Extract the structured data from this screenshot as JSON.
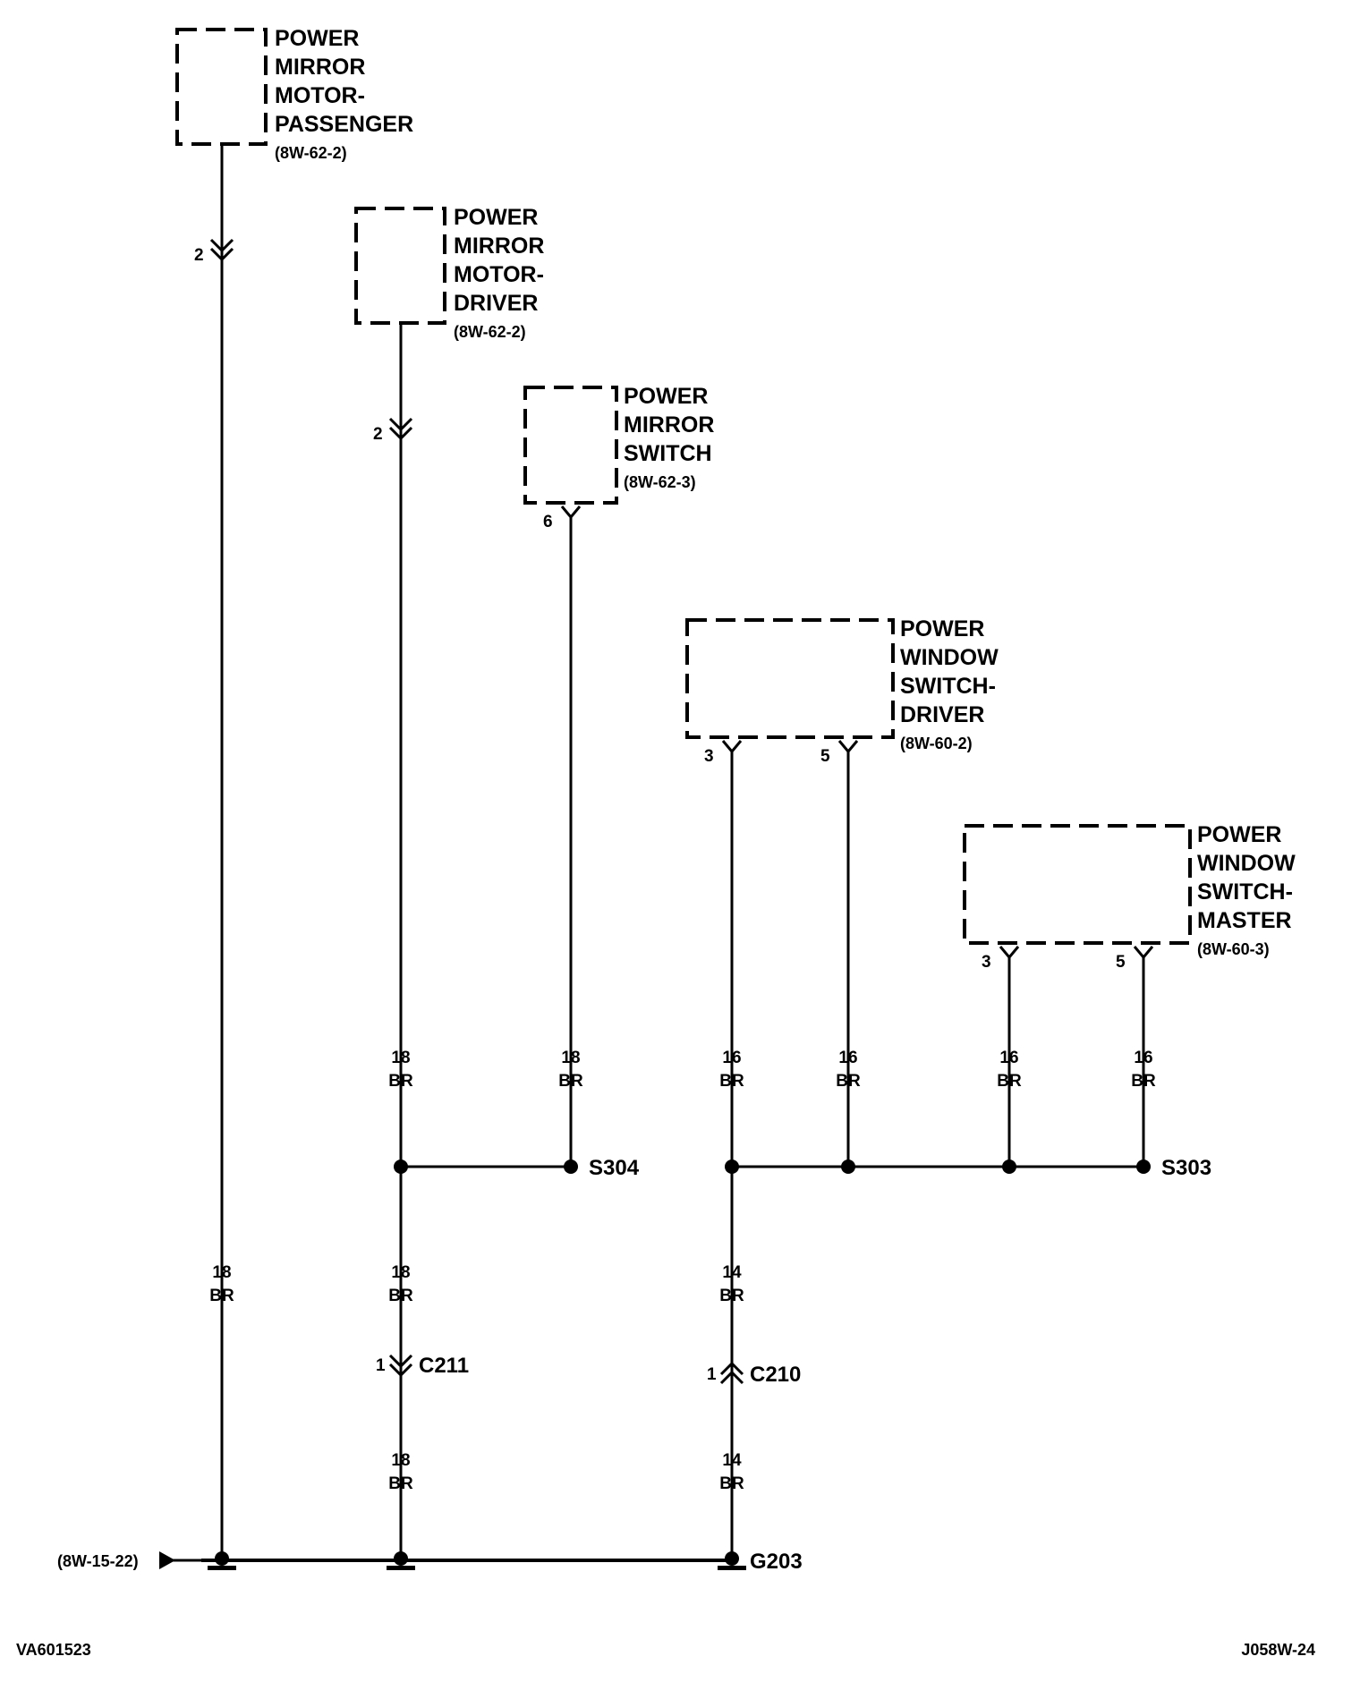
{
  "components": {
    "mirror_motor_passenger": {
      "lines": [
        "POWER",
        "MIRROR",
        "MOTOR-",
        "PASSENGER"
      ],
      "ref": "(8W-62-2)",
      "pin": "2"
    },
    "mirror_motor_driver": {
      "lines": [
        "POWER",
        "MIRROR",
        "MOTOR-",
        "DRIVER"
      ],
      "ref": "(8W-62-2)",
      "pin": "2"
    },
    "mirror_switch": {
      "lines": [
        "POWER",
        "MIRROR",
        "SWITCH"
      ],
      "ref": "(8W-62-3)",
      "pin": "6"
    },
    "window_switch_driver": {
      "lines": [
        "POWER",
        "WINDOW",
        "SWITCH-",
        "DRIVER"
      ],
      "ref": "(8W-60-2)",
      "pins": [
        "3",
        "5"
      ]
    },
    "window_switch_master": {
      "lines": [
        "POWER",
        "WINDOW",
        "SWITCH-",
        "MASTER"
      ],
      "ref": "(8W-60-3)",
      "pins": [
        "3",
        "5"
      ]
    }
  },
  "wires": {
    "passenger_main": {
      "gauge": "18",
      "color": "BR"
    },
    "driver_upper": {
      "gauge": "18",
      "color": "BR"
    },
    "switch_upper": {
      "gauge": "18",
      "color": "BR"
    },
    "wsd_3": {
      "gauge": "16",
      "color": "BR"
    },
    "wsd_5": {
      "gauge": "16",
      "color": "BR"
    },
    "wsm_3": {
      "gauge": "16",
      "color": "BR"
    },
    "wsm_5": {
      "gauge": "16",
      "color": "BR"
    },
    "c211_above": {
      "gauge": "18",
      "color": "BR"
    },
    "c211_below": {
      "gauge": "18",
      "color": "BR"
    },
    "c210_above": {
      "gauge": "14",
      "color": "BR"
    },
    "c210_below": {
      "gauge": "14",
      "color": "BR"
    }
  },
  "splices": {
    "s304": "S304",
    "s303": "S303"
  },
  "connectors": {
    "c211": {
      "name": "C211",
      "pin": "1"
    },
    "c210": {
      "name": "C210",
      "pin": "1"
    }
  },
  "ground": {
    "name": "G203",
    "ref": "(8W-15-22)"
  },
  "footer": {
    "left": "VA601523",
    "right": "J058W-24"
  }
}
